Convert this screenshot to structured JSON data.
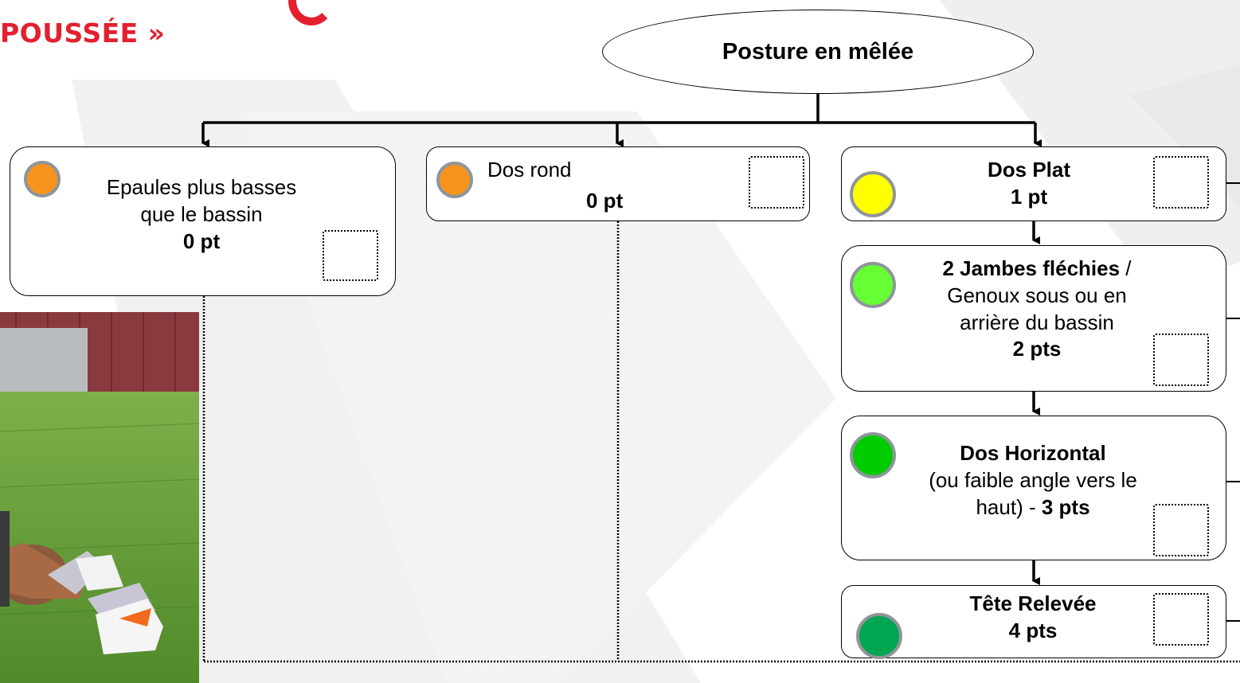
{
  "header": {
    "title": "POUSSÉE »",
    "accent_color": "#e3202e"
  },
  "diagram": {
    "root": "Posture en mêlée",
    "left_branch": {
      "line1": "Epaules plus basses",
      "line2": "que le bassin",
      "score": "0 pt",
      "dot_color": "#f7941d"
    },
    "middle_branch": {
      "label": "Dos rond",
      "score": "0 pt",
      "dot_color": "#f7941d"
    },
    "right_chain": [
      {
        "title": "Dos Plat",
        "score": "1 pt",
        "dot_color": "#ffff00"
      },
      {
        "title": "2 Jambes fléchies",
        "sep": " /",
        "line2": "Genoux sous ou en",
        "line3": "arrière du bassin",
        "score": "2 pts",
        "dot_color": "#66ff33"
      },
      {
        "title": "Dos Horizontal",
        "line2": "(ou faible angle vers le",
        "line3a": "haut) - ",
        "score": "3 pts",
        "dot_color": "#00cc00"
      },
      {
        "title": "Tête Relevée",
        "score": "4 pts",
        "dot_color": "#00a651"
      }
    ]
  },
  "icons": {
    "checkbox": "empty-checkbox-icon",
    "status": "colored-dot-icon"
  }
}
